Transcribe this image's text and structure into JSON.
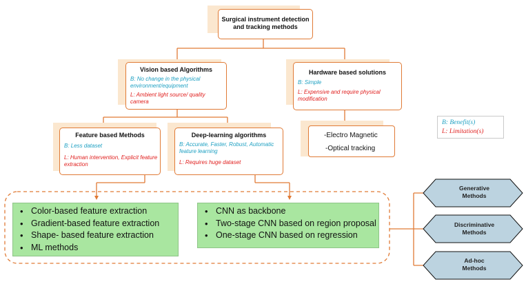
{
  "root": {
    "title": "Surgical instrument detection and tracking methods"
  },
  "vision": {
    "title": "Vision based Algorithms",
    "benefit": "B: No change in the physical environment/equipment",
    "limitation": "L: Ambient light source/ quality camera"
  },
  "hardware": {
    "title": "Hardware based solutions",
    "benefit": "B: Simple",
    "limitation": "L: Expensive and require physical modification",
    "items": [
      "-Electro Magnetic",
      "-Optical tracking"
    ]
  },
  "feature": {
    "title": "Feature based Methods",
    "benefit": "B: Less dataset",
    "limitation": "L: Human intervention, Explicit feature extraction",
    "list": [
      "Color-based feature extraction",
      "Gradient-based feature extraction",
      "Shape- based feature extraction",
      "ML methods"
    ]
  },
  "deep": {
    "title": "Deep-learning algorithms",
    "benefit": "B: Accurate, Faster, Robust, Automatic feature learning",
    "limitation": "L: Requires huge dataset",
    "list": [
      "CNN as backbone",
      "Two-stage CNN based on region proposal",
      "One-stage CNN based on regression"
    ]
  },
  "legend": {
    "benefit": "B: Benefit(s)",
    "limitation": "L: Limitation(s)"
  },
  "outputs": [
    "Generative Methods",
    "Discriminative Methods",
    "Ad-hoc Methods"
  ],
  "colors": {
    "accent": "#e07a35",
    "benefit": "#1ea0c2",
    "limitation": "#e0201f",
    "green_fill": "#a9e6a0",
    "hex_fill": "#bcd3e0",
    "shadow": "#fbe7cf"
  }
}
